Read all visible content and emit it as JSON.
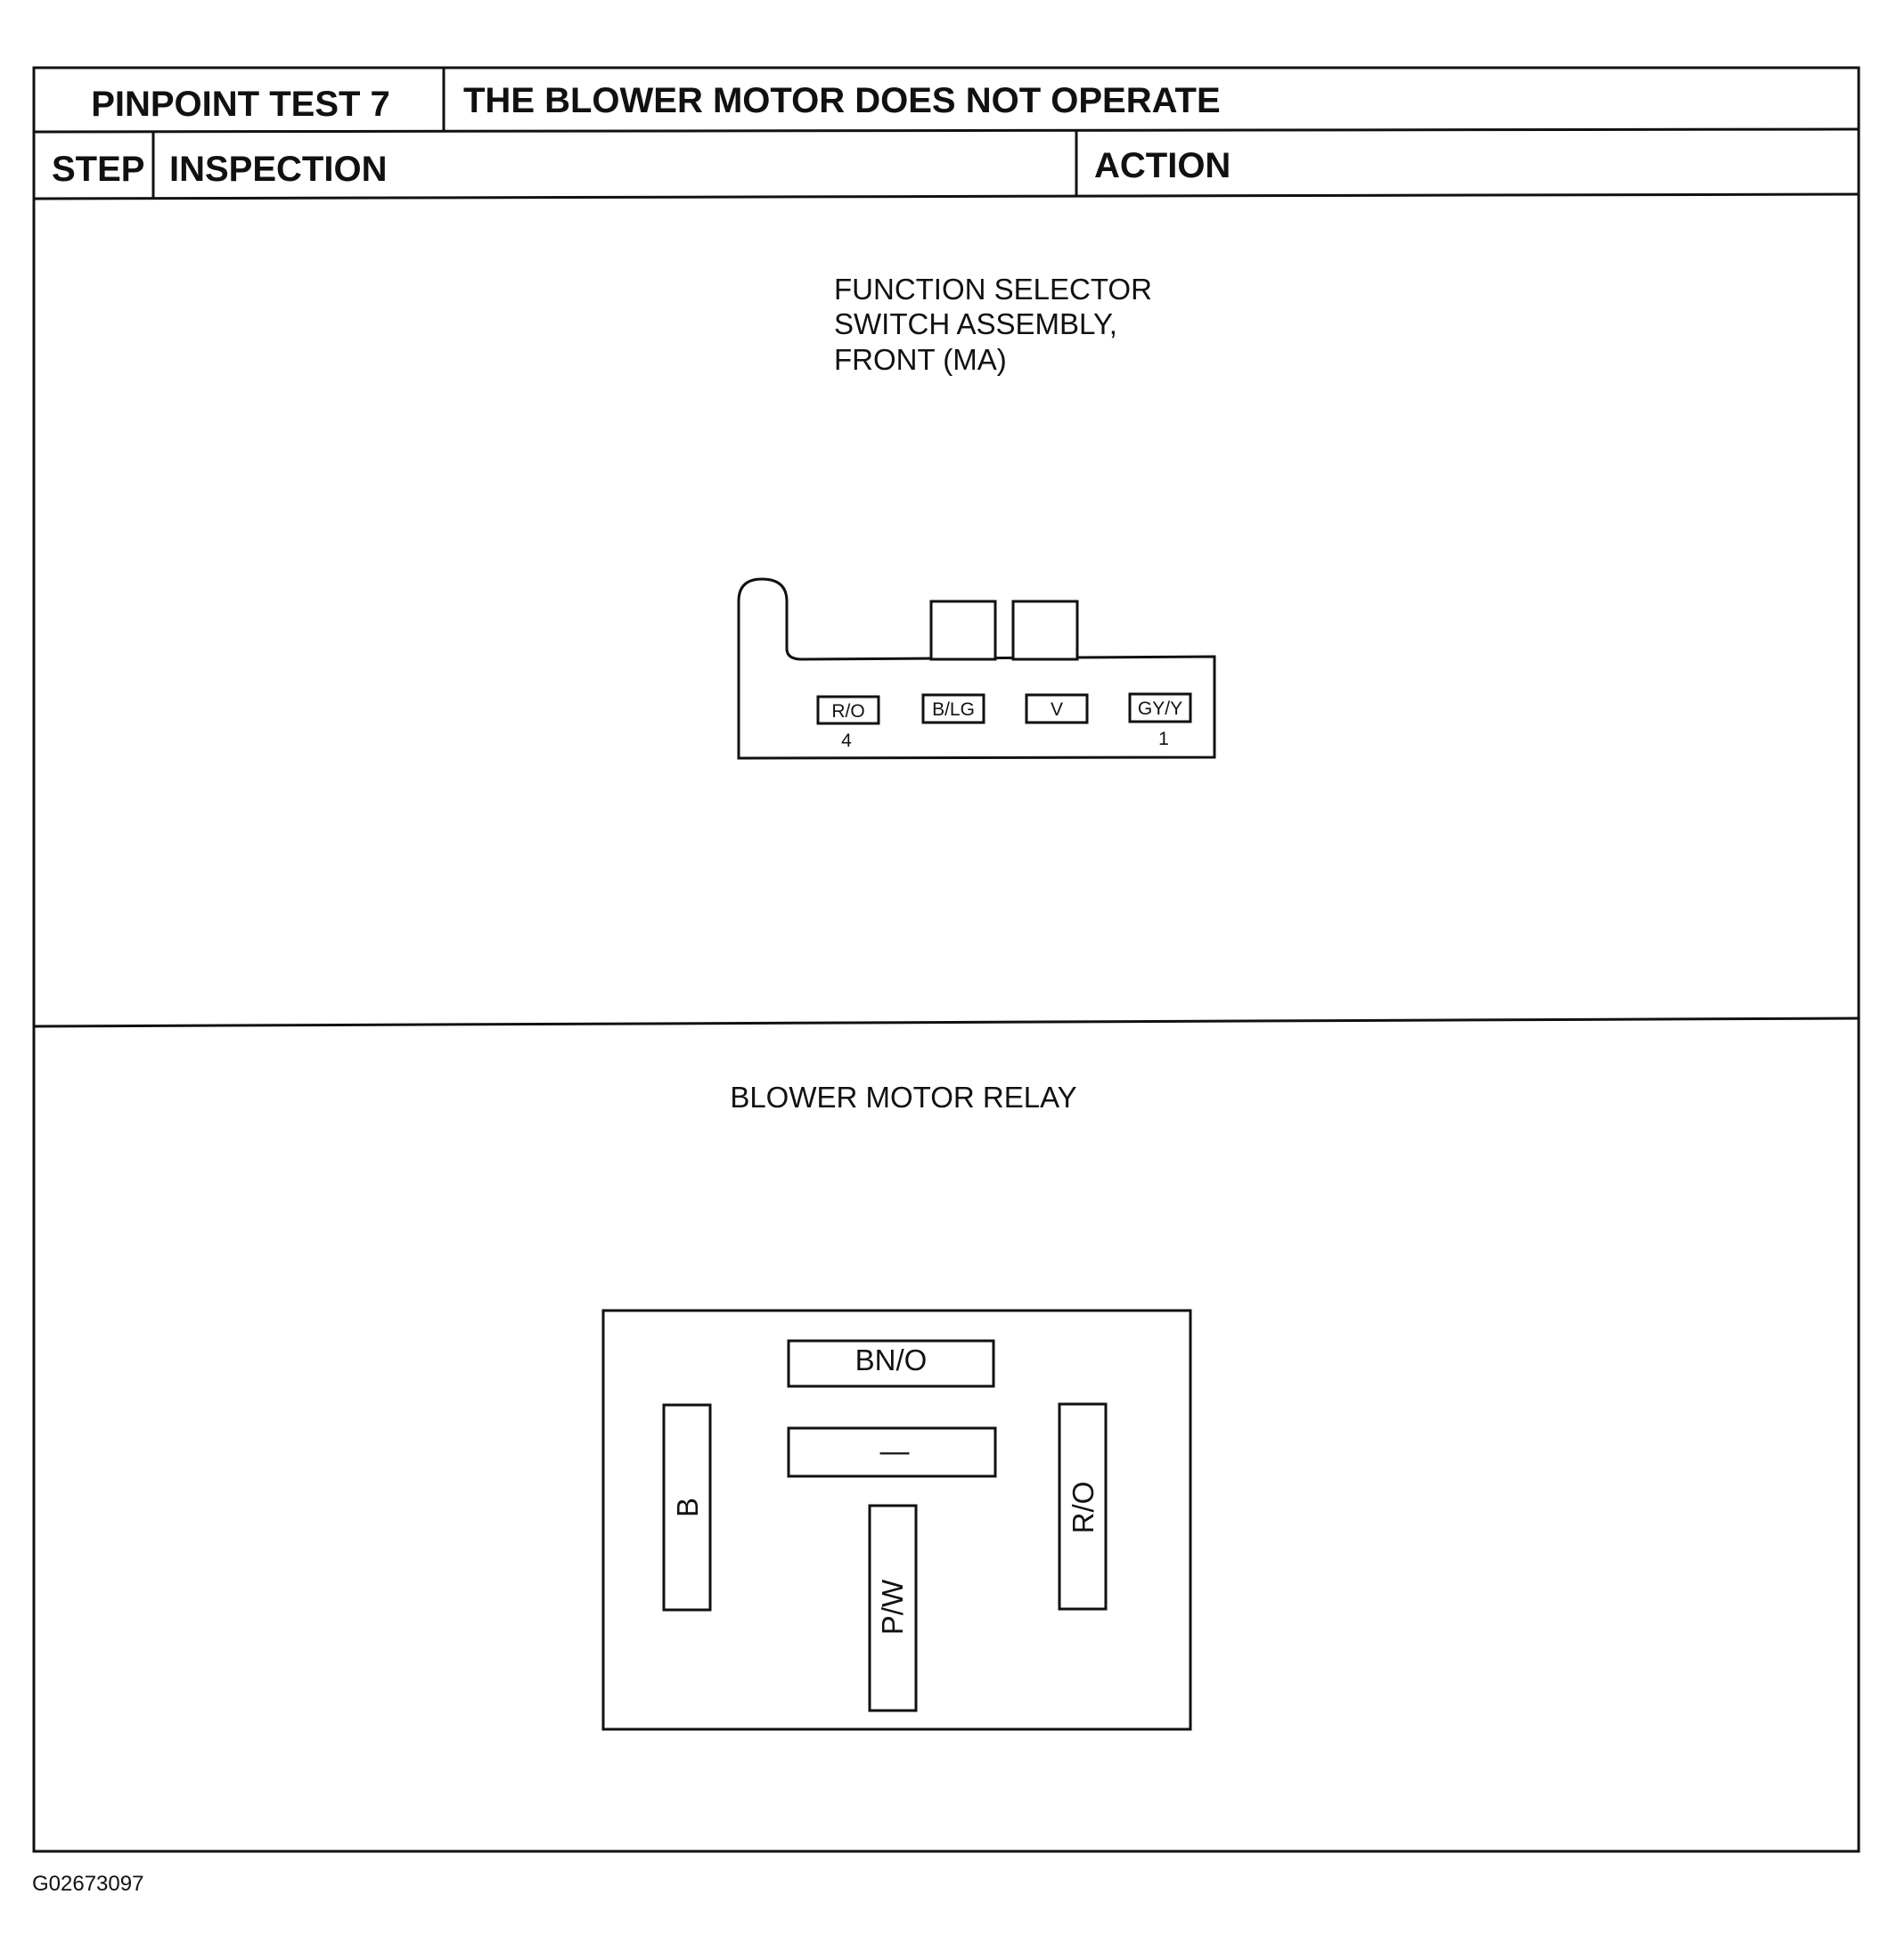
{
  "header": {
    "test_label": "PINPOINT TEST 7",
    "test_title": "THE BLOWER MOTOR DOES NOT OPERATE",
    "col_step": "STEP",
    "col_inspection": "INSPECTION",
    "col_action": "ACTION"
  },
  "connector1": {
    "title_lines": [
      "FUNCTION SELECTOR",
      "SWITCH ASSEMBLY,",
      "FRONT (MA)"
    ],
    "pins": [
      "R/O",
      "B/LG",
      "V",
      "GY/Y"
    ],
    "pin_numbers": [
      "4",
      "1"
    ]
  },
  "connector2": {
    "title": "BLOWER MOTOR RELAY",
    "terminals": {
      "top": "BN/O",
      "middle": "—",
      "left": "B",
      "right": "R/O",
      "bottom": "P/W"
    }
  },
  "figure_id": "G02673097"
}
